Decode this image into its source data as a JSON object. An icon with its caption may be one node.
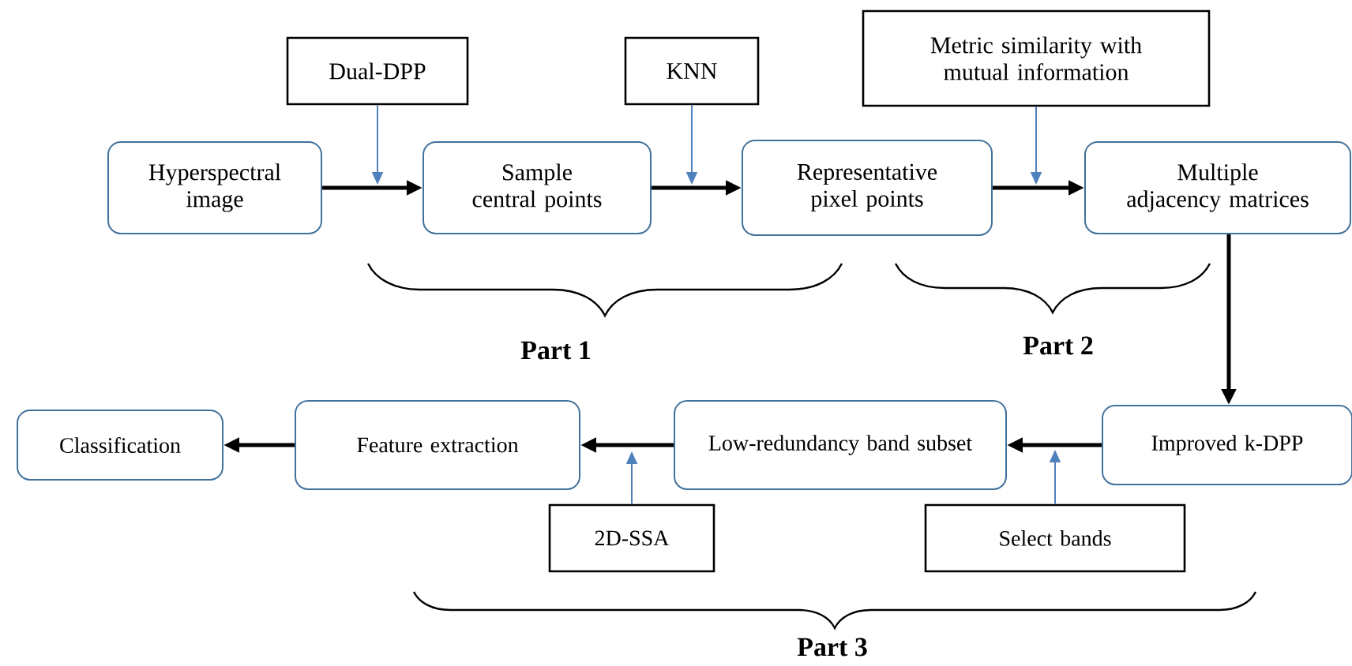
{
  "diagram": {
    "nodes": [
      {
        "text": [
          "Hyperspectral image"
        ]
      },
      {
        "text": [
          "Dual-DPP"
        ]
      },
      {
        "text": [
          "Sample central points"
        ]
      },
      {
        "text": [
          "KNN"
        ]
      },
      {
        "text": [
          "Representative pixel points"
        ]
      },
      {
        "text": [
          "Metric similarity with mutual information"
        ]
      },
      {
        "text": [
          "Multiple adjacency matrices"
        ]
      },
      {
        "text": [
          "Improved k-DPP"
        ]
      },
      {
        "text": [
          "Low-redundancy band subset"
        ]
      },
      {
        "text": [
          "Select bands"
        ]
      },
      {
        "text": [
          "Feature extraction"
        ]
      },
      {
        "text": [
          "2D-SSA"
        ]
      },
      {
        "text": [
          "Classification"
        ]
      }
    ],
    "edges": [
      {
        "from": 0,
        "to": 2,
        "arrow": "to"
      },
      {
        "from": 2,
        "to": 4,
        "arrow": "to"
      },
      {
        "from": 4,
        "to": 6,
        "arrow": "to"
      },
      {
        "from": 6,
        "to": 7,
        "arrow": "to"
      },
      {
        "from": 7,
        "to": 8,
        "arrow": "to"
      },
      {
        "from": 8,
        "to": 10,
        "arrow": "to"
      },
      {
        "from": 10,
        "to": 12,
        "arrow": "to"
      },
      {
        "from": 1,
        "to": null,
        "arrow": "to",
        "color": "#4f81bd"
      },
      {
        "from": 3,
        "to": null,
        "arrow": "to",
        "color": "#4f81bd"
      },
      {
        "from": 5,
        "to": null,
        "arrow": "to",
        "color": "#4f81bd"
      },
      {
        "from": 11,
        "to": null,
        "arrow": "to",
        "color": "#4f81bd"
      },
      {
        "from": 9,
        "to": null,
        "arrow": "to",
        "color": "#4f81bd"
      }
    ],
    "labels": [
      "Part 1",
      "Part 2",
      "Part 3"
    ]
  }
}
